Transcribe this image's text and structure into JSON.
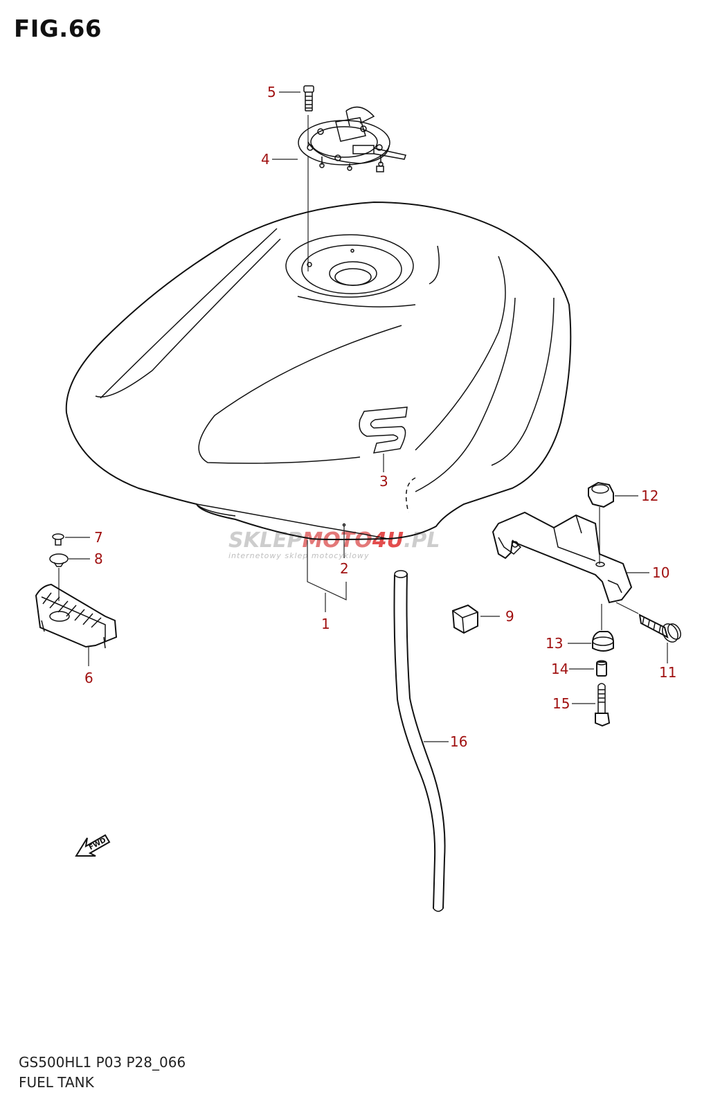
{
  "figure": {
    "title": "FIG.66",
    "model_code": "GS500HL1 P03 P28_066",
    "name": "FUEL TANK"
  },
  "callouts": [
    {
      "id": "1",
      "label": "1"
    },
    {
      "id": "2",
      "label": "2"
    },
    {
      "id": "3",
      "label": "3"
    },
    {
      "id": "4",
      "label": "4"
    },
    {
      "id": "5",
      "label": "5"
    },
    {
      "id": "6",
      "label": "6"
    },
    {
      "id": "7",
      "label": "7"
    },
    {
      "id": "8",
      "label": "8"
    },
    {
      "id": "9",
      "label": "9"
    },
    {
      "id": "10",
      "label": "10"
    },
    {
      "id": "11",
      "label": "11"
    },
    {
      "id": "12",
      "label": "12"
    },
    {
      "id": "13",
      "label": "13"
    },
    {
      "id": "14",
      "label": "14"
    },
    {
      "id": "15",
      "label": "15"
    },
    {
      "id": "16",
      "label": "16"
    }
  ],
  "arrow": {
    "label": "FWD"
  },
  "watermark": {
    "brand_part1": "SKLEP",
    "brand_part2": "MOTO",
    "brand_part3": "4U",
    "brand_part4": ".PL",
    "tagline": "internetowy sklep motocyklowy"
  },
  "colors": {
    "callout": "#a01010",
    "line": "#111111",
    "watermark_red": "#e03a3a",
    "watermark_grey": "#c8c8c8"
  }
}
